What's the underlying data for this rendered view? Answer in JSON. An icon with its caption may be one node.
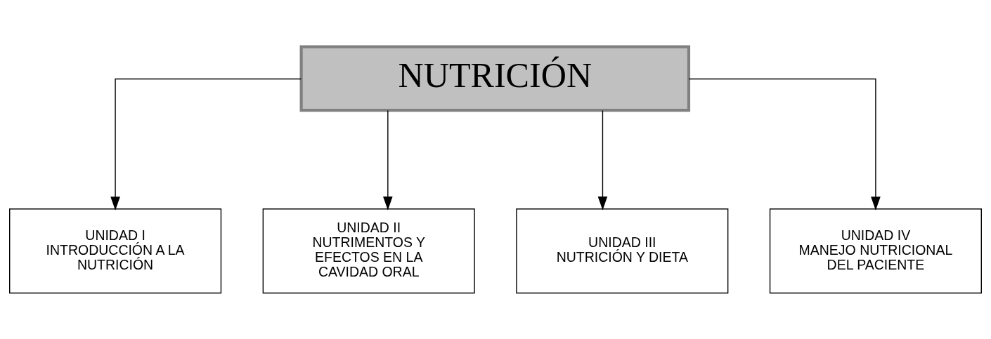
{
  "diagram": {
    "nodes": [
      {
        "text": [
          "NUTRICIÓN"
        ]
      },
      {
        "text": [
          "UNIDAD I",
          "INTRODUCCIÓN A LA NUTRICIÓN"
        ]
      },
      {
        "text": [
          "UNIDAD II",
          "NUTRIMENTOS Y EFECTOS EN LA CAVIDAD ORAL"
        ]
      },
      {
        "text": [
          "UNIDAD III",
          "NUTRICIÓN Y DIETA"
        ]
      },
      {
        "text": [
          "UNIDAD IV",
          "MANEJO NUTRICIONAL DEL PACIENTE"
        ]
      }
    ],
    "edges": [
      {
        "from": 0,
        "to": 1,
        "arrow": "to"
      },
      {
        "from": 0,
        "to": 2,
        "arrow": "to"
      },
      {
        "from": 0,
        "to": 3,
        "arrow": "to"
      },
      {
        "from": 0,
        "to": 4,
        "arrow": "to"
      }
    ]
  }
}
